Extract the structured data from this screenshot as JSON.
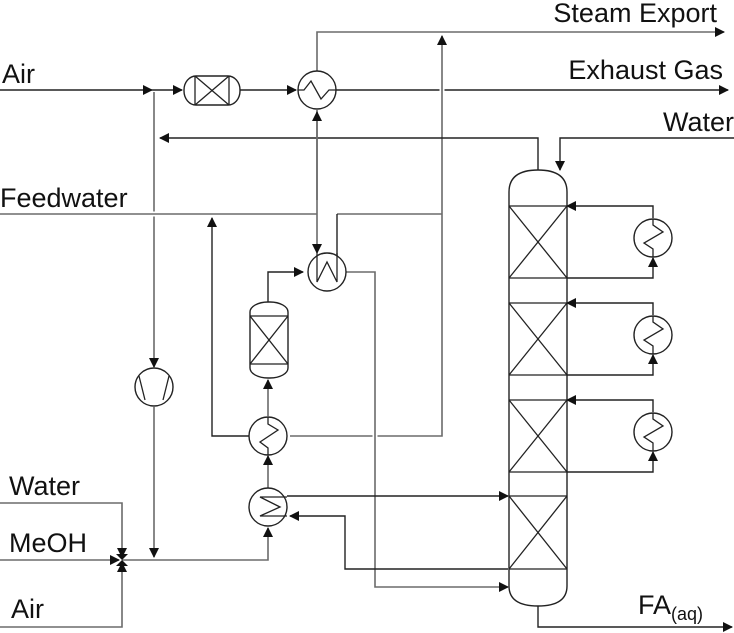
{
  "diagram": {
    "type": "process-flow-diagram",
    "title": "Formaldehyde production process",
    "stream_labels": {
      "steam_export": "Steam Export",
      "air_top": "Air",
      "exhaust_gas": "Exhaust Gas",
      "water_top": "Water",
      "feedwater": "Feedwater",
      "water_bottom": "Water",
      "meoh": "MeOH",
      "air_bottom": "Air",
      "product_main": "FA",
      "product_sub": "(aq)"
    },
    "equipment": [
      {
        "id": "catalytic-combustor",
        "kind": "packed-vessel-horizontal"
      },
      {
        "id": "exhaust-heat-exchanger",
        "kind": "heat-exchanger"
      },
      {
        "id": "steam-generator",
        "kind": "heat-exchanger-u-tube"
      },
      {
        "id": "reactor",
        "kind": "packed-vessel-vertical"
      },
      {
        "id": "superheater",
        "kind": "heat-exchanger"
      },
      {
        "id": "feed-preheater",
        "kind": "heat-exchanger"
      },
      {
        "id": "blower",
        "kind": "compressor"
      },
      {
        "id": "mixer",
        "kind": "mixing-junction"
      },
      {
        "id": "absorption-column",
        "kind": "packed-column",
        "packed_sections": 4
      },
      {
        "id": "intercooler-1",
        "kind": "heat-exchanger"
      },
      {
        "id": "intercooler-2",
        "kind": "heat-exchanger"
      },
      {
        "id": "intercooler-3",
        "kind": "heat-exchanger"
      }
    ]
  }
}
